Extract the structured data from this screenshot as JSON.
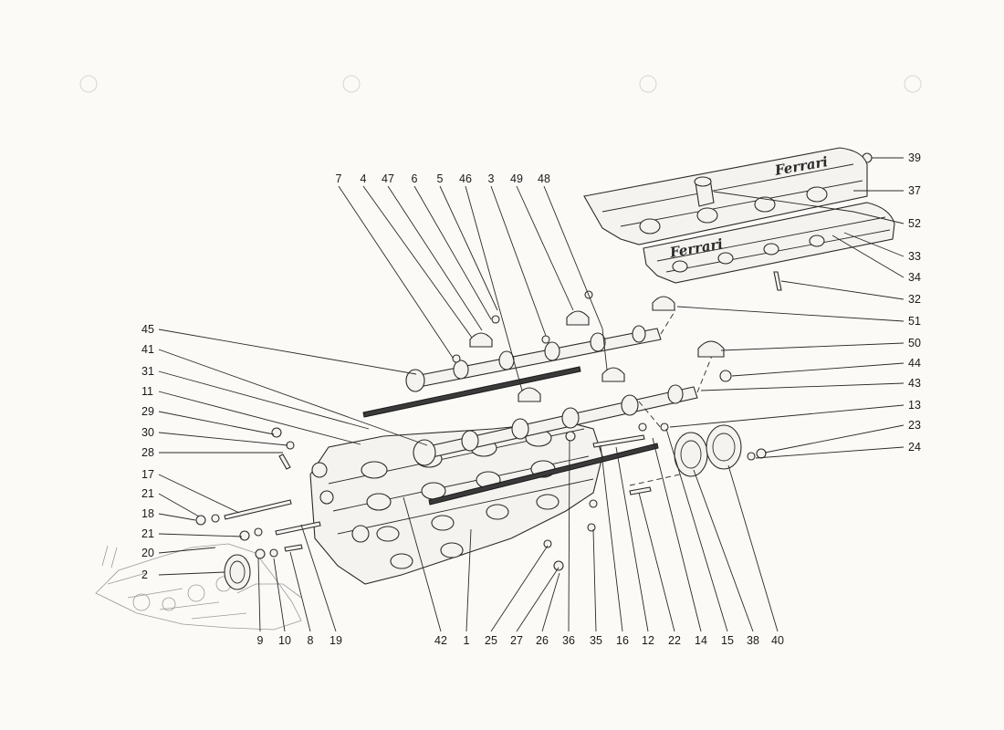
{
  "diagram": {
    "labels": [
      "1",
      "2",
      "3",
      "4",
      "5",
      "6",
      "7",
      "8",
      "9",
      "10",
      "11",
      "12",
      "13",
      "14",
      "15",
      "16",
      "17",
      "18",
      "19",
      "20",
      "21",
      "21",
      "22",
      "23",
      "24",
      "25",
      "26",
      "27",
      "28",
      "29",
      "30",
      "31",
      "32",
      "33",
      "34",
      "35",
      "36",
      "37",
      "38",
      "39",
      "40",
      "41",
      "42",
      "43",
      "44",
      "45",
      "46",
      "47",
      "48",
      "49",
      "50",
      "51",
      "52"
    ],
    "brand_text": "Ferrari"
  }
}
